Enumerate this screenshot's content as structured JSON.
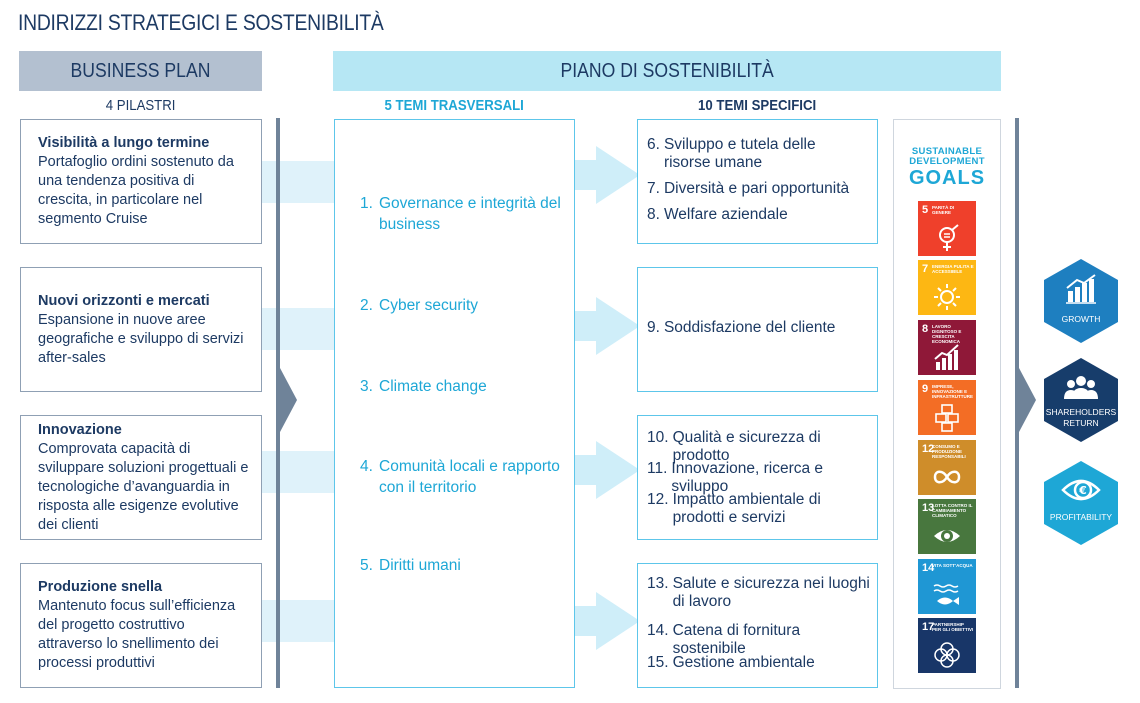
{
  "title": "INDIRIZZI STRATEGICI E SOSTENIBILITÀ",
  "headers": {
    "business_plan": "BUSINESS PLAN",
    "piano": "PIANO DI SOSTENIBILITÀ"
  },
  "subheaders": {
    "pillars": "4 PILASTRI",
    "transversal": "5 TEMI TRASVERSALI",
    "specific": "10 TEMI SPECIFICI"
  },
  "pillars": [
    {
      "heading": "Visibilità a lungo termine",
      "text": "Portafoglio ordini sostenuto da una tendenza positiva di crescita, in particolare nel segmento Cruise"
    },
    {
      "heading": "Nuovi orizzonti e mercati",
      "text": "Espansione in nuove aree geografiche e sviluppo di servizi after-sales"
    },
    {
      "heading": "Innovazione",
      "text": "Comprovata capacità di sviluppare soluzioni progettuali e tecnologiche d’avanguardia in risposta alle esigenze evolutive dei clienti"
    },
    {
      "heading": "Produzione snella",
      "text": "Mantenuto focus sull’efficienza del progetto costruttivo attraverso lo snellimento dei processi produttivi"
    }
  ],
  "transversal_themes": [
    {
      "num": "1.",
      "label": "Governance e integrità del business"
    },
    {
      "num": "2.",
      "label": "Cyber security"
    },
    {
      "num": "3.",
      "label": "Climate change"
    },
    {
      "num": "4.",
      "label": "Comunità locali e rapporto con il territorio"
    },
    {
      "num": "5.",
      "label": "Diritti umani"
    }
  ],
  "specific_themes": [
    {
      "num": "6.",
      "label": "Sviluppo e tutela delle risorse umane"
    },
    {
      "num": "7.",
      "label": "Diversità e pari opportunità"
    },
    {
      "num": "8.",
      "label": "Welfare aziendale"
    },
    {
      "num": "9.",
      "label": "Soddisfazione del cliente"
    },
    {
      "num": "10.",
      "label": "Qualità e sicurezza di prodotto"
    },
    {
      "num": "11.",
      "label": "Innovazione, ricerca e sviluppo"
    },
    {
      "num": "12.",
      "label": "Impatto ambientale di prodotti e servizi"
    },
    {
      "num": "13.",
      "label": "Salute e sicurezza nei luoghi di lavoro"
    },
    {
      "num": "14.",
      "label": "Catena di fornitura sostenibile"
    },
    {
      "num": "15.",
      "label": "Gestione ambientale"
    }
  ],
  "sdg": {
    "logo_line1": "SUSTAINABLE",
    "logo_line2": "DEVELOPMENT",
    "logo_line3": "GOALS",
    "goals": [
      {
        "num": "5",
        "label": "Parità di genere",
        "color": "#ef402b",
        "icon": "gender-equality-icon"
      },
      {
        "num": "7",
        "label": "Energia pulita e accessibile",
        "color": "#fdb713",
        "icon": "sun-icon"
      },
      {
        "num": "8",
        "label": "Lavoro dignitoso e crescita economica",
        "color": "#8f1838",
        "icon": "growth-chart-icon"
      },
      {
        "num": "9",
        "label": "Imprese, innovazione e infrastrutture",
        "color": "#f36d25",
        "icon": "cubes-icon"
      },
      {
        "num": "12",
        "label": "Consumo e produzione responsabili",
        "color": "#cf8d2a",
        "icon": "infinity-icon"
      },
      {
        "num": "13",
        "label": "Lotta contro il cambiamento climatico",
        "color": "#48773e",
        "icon": "eye-globe-icon"
      },
      {
        "num": "14",
        "label": "Vita sott'acqua",
        "color": "#1f97d4",
        "icon": "fish-icon"
      },
      {
        "num": "17",
        "label": "Partnership per gli obiettivi",
        "color": "#183668",
        "icon": "flower-rings-icon"
      }
    ]
  },
  "outcomes": [
    {
      "label": "GROWTH",
      "color": "#1e7fc0",
      "icon": "bar-chart-icon"
    },
    {
      "label_line1": "SHAREHOLDERS",
      "label_line2": "RETURN",
      "color": "#173d6b",
      "icon": "people-icon"
    },
    {
      "label": "PROFITABILITY",
      "color": "#1ea7d6",
      "icon": "euro-eye-icon"
    }
  ]
}
